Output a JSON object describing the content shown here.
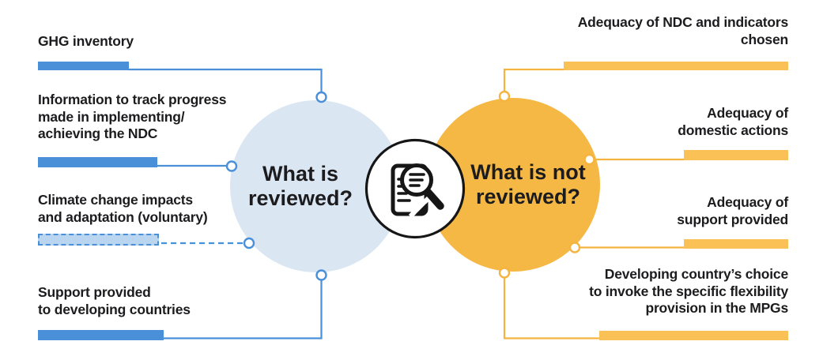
{
  "diagram": {
    "title_hint": "review scope infographic",
    "colors": {
      "blue_accent": "#4A90D9",
      "blue_circle_fill": "#DBE6F3",
      "dashed_bar_fill": "#B9D5EF",
      "orange_accent": "#F6B845",
      "orange_bar": "#F9C156",
      "text": "#1C1C1E",
      "icon_stroke": "#161616"
    },
    "center_icon": {
      "name": "document-magnifier-icon"
    },
    "left": {
      "circle_label": "What is\nreviewed?",
      "items": [
        {
          "label": "GHG inventory",
          "connector": "solid"
        },
        {
          "label": "Information to track progress\nmade in implementing/\nachieving the NDC",
          "connector": "solid"
        },
        {
          "label": "Climate change impacts\nand adaptation (voluntary)",
          "connector": "dashed"
        },
        {
          "label": "Support provided\nto developing countries",
          "connector": "solid"
        }
      ]
    },
    "right": {
      "circle_label": "What is not\nreviewed?",
      "items": [
        {
          "label": "Adequacy of NDC and indicators\nchosen",
          "connector": "solid"
        },
        {
          "label": "Adequacy of\ndomestic actions",
          "connector": "solid"
        },
        {
          "label": "Adequacy of\nsupport provided",
          "connector": "solid"
        },
        {
          "label": "Developing country’s choice\nto invoke the specific flexibility\nprovision in the MPGs",
          "connector": "solid"
        }
      ]
    }
  }
}
